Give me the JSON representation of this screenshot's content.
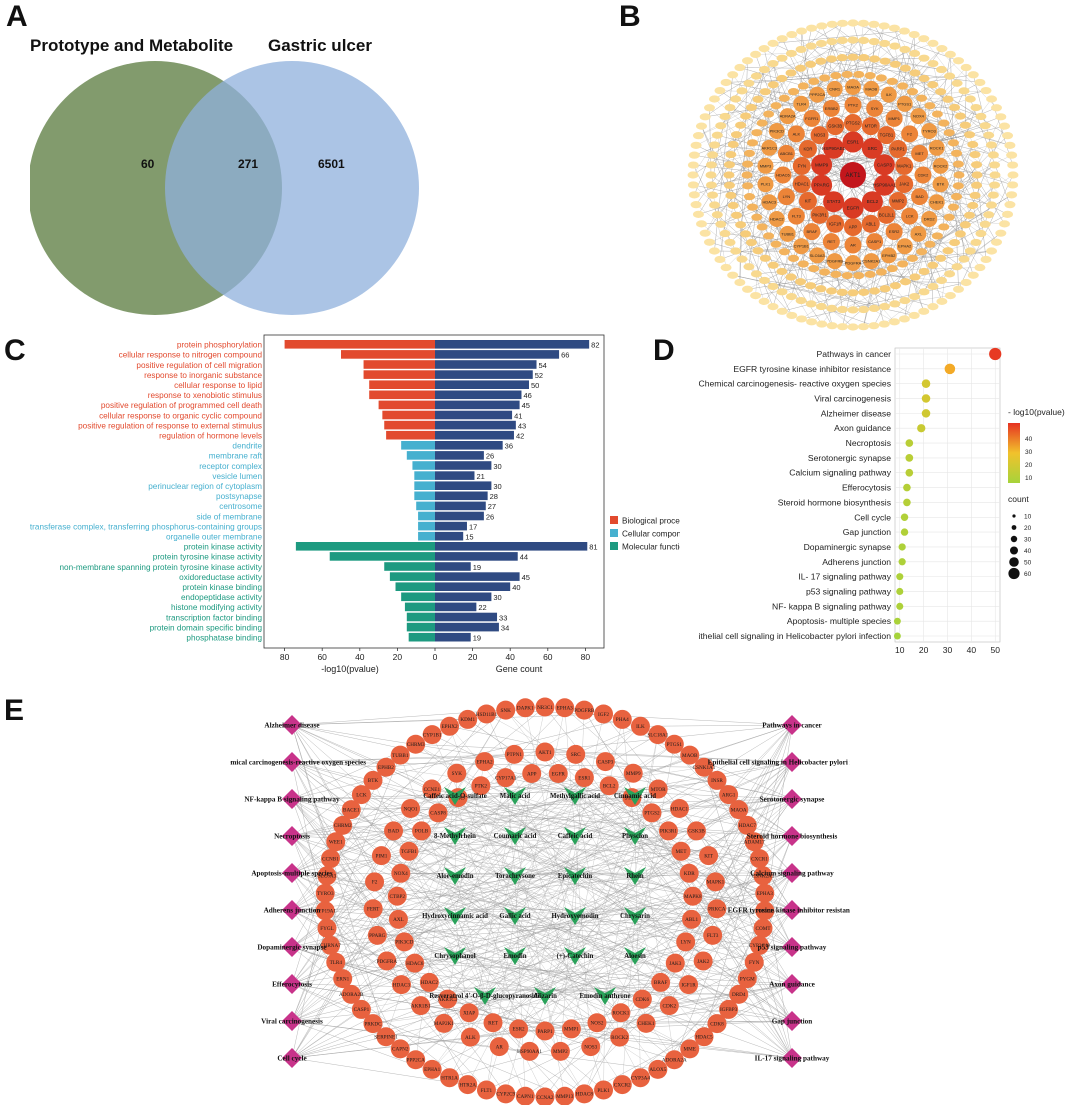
{
  "panels": {
    "a": "A",
    "b": "B",
    "c": "C",
    "d": "D",
    "e": "E"
  },
  "venn": {
    "left_title": "Prototype and Metabolite",
    "right_title": "Gastric ulcer",
    "left_only": "60",
    "overlap": "271",
    "right_only": "6501",
    "left_color": "#6c8a54",
    "right_color": "#8fb0dc"
  },
  "network_b": {
    "center": "AKT1",
    "ring1": [
      "ESR1",
      "SRC",
      "CASP3",
      "HSP90AA1",
      "BCL2",
      "EGFR",
      "STAT3",
      "PPARG",
      "MMP9",
      "HSP90AB1"
    ],
    "ring2": [
      "PTGS2",
      "MTOR",
      "TGFB1",
      "PARP1",
      "MAPK1",
      "JAK2",
      "MMP2",
      "BCL2L1",
      "ABL1",
      "APP",
      "IGF1R",
      "PIK3R1",
      "KIT",
      "HDAC1",
      "FYN",
      "KDR",
      "NOS3",
      "GSK3B"
    ],
    "ring3": [
      "PTK2",
      "SYK",
      "MMP1",
      "F2",
      "MET",
      "CDK2",
      "BAD",
      "LCK",
      "ESR2",
      "CASP1",
      "AR",
      "RET",
      "BRAF",
      "FLT3",
      "LYN",
      "HDAC6",
      "ABCB1",
      "ALK",
      "FGFR1",
      "ERBB2"
    ],
    "ring4": [
      "MAOA",
      "MAOB",
      "ILK",
      "PTGS1",
      "NOX4",
      "TYRO3",
      "ROCK1",
      "ROCK2",
      "BTK",
      "CHEK1",
      "DRD2",
      "AXL",
      "EPHA2",
      "EPHB2",
      "CSNK2A1",
      "PDGFRA",
      "PDGFRB",
      "SLC6A3",
      "CYP1B1",
      "TUBB1",
      "HDAC2",
      "HDAC3",
      "PLK1",
      "MMP3",
      "AKR1C3",
      "PIK3CD",
      "ADRA2A",
      "TLR4",
      "PPP2CA",
      "CNR1"
    ]
  },
  "chart_data": [
    {
      "type": "bar",
      "subtype": "diverging",
      "categories": [
        "protein phosphorylation",
        "cellular response to nitrogen compound",
        "positive regulation of cell migration",
        "response to inorganic substance",
        "cellular response to lipid",
        "response to xenobiotic stimulus",
        "positive regulation of programmed cell death",
        "cellular response to organic cyclic compound",
        "positive regulation of response to external stimulus",
        "regulation of hormone levels",
        "dendrite",
        "membrane raft",
        "receptor complex",
        "vesicle lumen",
        "perinuclear region of cytoplasm",
        "postsynapse",
        "centrosome",
        "side of membrane",
        "transferase complex, transferring phosphorus-containing groups",
        "organelle outer membrane",
        "protein kinase activity",
        "protein tyrosine kinase activity",
        "non-membrane spanning protein tyrosine kinase activity",
        "oxidoreductase activity",
        "protein kinase binding",
        "endopeptidase activity",
        "histone modifying activity",
        "transcription factor binding",
        "protein domain specific binding",
        "phosphatase binding"
      ],
      "groups": [
        "Biological process",
        "Biological process",
        "Biological process",
        "Biological process",
        "Biological process",
        "Biological process",
        "Biological process",
        "Biological process",
        "Biological process",
        "Biological process",
        "Cellular component",
        "Cellular component",
        "Cellular component",
        "Cellular component",
        "Cellular component",
        "Cellular component",
        "Cellular component",
        "Cellular component",
        "Cellular component",
        "Cellular component",
        "Molecular function",
        "Molecular function",
        "Molecular function",
        "Molecular function",
        "Molecular function",
        "Molecular function",
        "Molecular function",
        "Molecular function",
        "Molecular function",
        "Molecular function"
      ],
      "neg_log10_pvalue": [
        80,
        50,
        38,
        38,
        35,
        35,
        30,
        28,
        27,
        26,
        18,
        15,
        12,
        11,
        11,
        11,
        10,
        9,
        9,
        9,
        74,
        56,
        27,
        24,
        21,
        18,
        16,
        15,
        15,
        14
      ],
      "gene_count": [
        82,
        66,
        54,
        52,
        50,
        46,
        45,
        41,
        43,
        42,
        36,
        26,
        30,
        21,
        30,
        28,
        27,
        26,
        17,
        15,
        81,
        44,
        19,
        45,
        40,
        30,
        22,
        33,
        34,
        19
      ],
      "group_colors": {
        "Biological process": "#e24a2e",
        "Cellular component": "#46b0cf",
        "Molecular function": "#1d9a80"
      },
      "count_color": "#2f4a82",
      "legend": [
        "Biological process",
        "Cellular component",
        "Molecular function"
      ],
      "legend_position": "right",
      "xlabel_left": "-log10(pvalue)",
      "xlabel_right": "Gene count",
      "xlim_left": [
        0,
        90
      ],
      "xlim_right": [
        0,
        90
      ],
      "ticks": [
        "80",
        "60",
        "40",
        "20",
        "0",
        "20",
        "40",
        "60",
        "80"
      ]
    },
    {
      "type": "scatter",
      "subtype": "bubble",
      "categories": [
        "Pathways in cancer",
        "EGFR tyrosine kinase inhibitor resistance",
        "Chemical carcinogenesis- reactive oxygen species",
        "Viral carcinogenesis",
        "Alzheimer disease",
        "Axon guidance",
        "Necroptosis",
        "Serotonergic synapse",
        "Calcium signaling pathway",
        "Efferocytosis",
        "Steroid hormone biosynthesis",
        "Cell cycle",
        "Gap junction",
        "Dopaminergic synapse",
        "Adherens junction",
        "IL- 17 signaling pathway",
        "p53 signaling pathway",
        "NF- kappa B signaling pathway",
        "Apoptosis- multiple species",
        "ithelial cell signaling in Helicobacter pylori infection"
      ],
      "x": [
        50,
        31,
        21,
        21,
        21,
        19,
        14,
        14,
        14,
        13,
        13,
        12,
        12,
        11,
        11,
        10,
        10,
        10,
        9,
        9
      ],
      "size": [
        62,
        40,
        20,
        20,
        20,
        18,
        14,
        14,
        14,
        13,
        13,
        12,
        12,
        11,
        11,
        10,
        10,
        10,
        9,
        9
      ],
      "neg_log10_pvalue": [
        49,
        32,
        20,
        20,
        19,
        17,
        13,
        13,
        13,
        12,
        12,
        11,
        11,
        10,
        10,
        10,
        10,
        10,
        9,
        8
      ],
      "xticks": [
        "10",
        "20",
        "30",
        "40",
        "50"
      ],
      "xlim": [
        8,
        52
      ],
      "color_legend_title": "- log10(pvalue)",
      "color_ticks": [
        "40",
        "30",
        "20",
        "10"
      ],
      "size_legend_title": "count",
      "size_ticks": [
        "10",
        "20",
        "30",
        "40",
        "50",
        "60"
      ],
      "color_low": "#a6d33b",
      "color_high": "#e63222"
    }
  ],
  "network_e": {
    "left_diseases": [
      "Alzheimer disease",
      "Chemical carcinogenesis-reactive oxygen species",
      "NF-kappa B signaling pathway",
      "Necroptosis",
      "Apoptosis-multiple species",
      "Adherens junction",
      "Dopaminergic synapse",
      "Efferocytosis",
      "Viral carcinogenesis",
      "Cell cycle"
    ],
    "right_diseases": [
      "Pathways in cancer",
      "Epithelial cell signaling in Helicobacter pylori infection",
      "Serotonergic synapse",
      "Steroid hormone biosynthesis",
      "Calcium signaling pathway",
      "EGFR tyrosine kinase inhibitor resistance",
      "p53 signaling pathway",
      "Axon guidance",
      "Gap junction",
      "IL-17 signaling pathway"
    ],
    "compounds": [
      "Caffeic acid-O-sulfate",
      "Malic acid",
      "Methylgallic acid",
      "Cinnamic acid",
      "8-Methylrhein",
      "Coumaric acid",
      "Caffeic acid",
      "Physcion",
      "Aloe-emodin",
      "Torachrysone",
      "Epicatechin",
      "Rhein",
      "Hydroxycinnamic acid",
      "Gallic acid",
      "Hydroxyemodin",
      "Chrysarin",
      "Chrysophanol",
      "Emodin",
      "(+)-Catechin",
      "Aloesin",
      "Resveratrol 4'-O-β-D-glucopyranoside",
      "Alizarin",
      "Emodin anthrone"
    ],
    "outer_targets": [
      "NR3C1",
      "EPHA3",
      "PDGFRB",
      "IGF2",
      "PHA4",
      "ILK",
      "SLC18A1",
      "PTGS1",
      "MAOB",
      "CSNK1A1",
      "INSR",
      "ARG1",
      "MAOA",
      "HDAC7",
      "ADAM17",
      "CXCR1",
      "CSNK2A1",
      "EPHA3",
      "PPP3CB",
      "COMT",
      "CYP2C19",
      "FYN",
      "PYGM",
      "DRD4",
      "IGFBP3",
      "CDK8",
      "HDAC5",
      "MME",
      "ADORA2A",
      "ALOX5",
      "CYP3A4",
      "CXCR2",
      "PLK1",
      "HDAC8",
      "MMP13",
      "CCNA2",
      "CAPN1",
      "CYP2C9",
      "FLT1",
      "HTR2A",
      "HTR1A",
      "EPHA1",
      "PPP2CA",
      "CAPN2",
      "SERPINE1",
      "PRKDC",
      "CASP1",
      "ADORA2B",
      "ERN1",
      "TLR4",
      "CHRNA7",
      "FYGL",
      "CYP19A1",
      "TYRO3",
      "SLC6A3",
      "CCNB1",
      "WEE1",
      "CHRM2",
      "BACE1",
      "LCK",
      "BTK",
      "EPHB2",
      "TUBB1",
      "CHRM3",
      "CYP1B1",
      "EPHX2",
      "KDM1",
      "HSD11B1",
      "SNK",
      "DAPK1"
    ],
    "inner_targets": [
      "AKT1",
      "EGFR",
      "SRC",
      "ESR1",
      "CASP3",
      "BCL2",
      "MMP9",
      "STAT3",
      "MTOR",
      "PTGS2",
      "HDAC1",
      "PIK3R1",
      "GSK3B",
      "MET",
      "KIT",
      "KDR",
      "MAPK1",
      "MAPK8",
      "PRKCA",
      "ABL1",
      "FLT3",
      "LYN",
      "JAK2",
      "JAK3",
      "IGF1R",
      "BRAF",
      "CDK2",
      "CDK6",
      "CHEK1",
      "ROCK1",
      "ROCK2",
      "NOS2",
      "NOS3",
      "MMP1",
      "MMP2",
      "PARP1",
      "HSP90AA1",
      "ESR2",
      "AR",
      "RET",
      "ALK",
      "XIAP",
      "MAP2K1",
      "AKR1C3",
      "AKR1B1",
      "HDAC2",
      "HDAC3",
      "HDAC6",
      "PDGFRA",
      "PIK3CD",
      "PPARG",
      "AXL",
      "FERT",
      "CTBP2",
      "F2",
      "NOX4",
      "PIM1",
      "TGFB1",
      "BAD",
      "POLB",
      "NQO1",
      "CASP8",
      "CCNE1",
      "CDK9",
      "SYK",
      "PTK2",
      "EPHA2",
      "CYP17A1",
      "PTPN1",
      "APP"
    ],
    "compound_color": "#2aa25a",
    "target_color": "#e8623f",
    "disease_color": "#c8338a"
  }
}
